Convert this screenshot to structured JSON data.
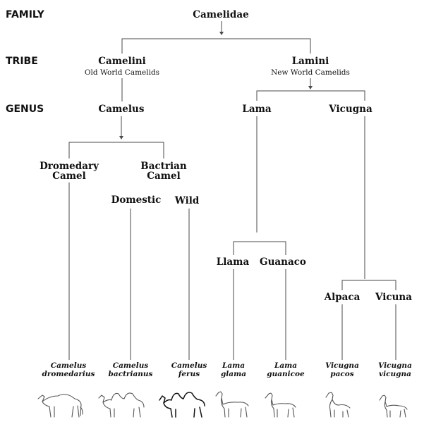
{
  "ranks": {
    "family": "FAMILY",
    "tribe": "TRIBE",
    "genus": "GENUS"
  },
  "family": {
    "name": "Camelidae"
  },
  "tribes": {
    "camelini": {
      "name": "Camelini",
      "note": "Old World Camelids"
    },
    "lamini": {
      "name": "Lamini",
      "note": "New World Camelids"
    }
  },
  "genera": {
    "camelus": "Camelus",
    "lama": "Lama",
    "vicugna": "Vicugna"
  },
  "groups": {
    "dromedary": [
      "Dromedary",
      "Camel"
    ],
    "bactrian": [
      "Bactrian",
      "Camel"
    ],
    "domestic": "Domestic",
    "wild": "Wild",
    "llama": "Llama",
    "guanaco": "Guanaco",
    "alpaca": "Alpaca",
    "vicuna": "Vicuna"
  },
  "species": {
    "dromedarius": [
      "Camelus",
      "dromedarius"
    ],
    "bactrianus": [
      "Camelus",
      "bactrianus"
    ],
    "ferus": [
      "Camelus",
      "ferus"
    ],
    "glama": [
      "Lama",
      "glama"
    ],
    "guanicoe": [
      "Lama",
      "guanicoe"
    ],
    "pacos": [
      "Vicugna",
      "pacos"
    ],
    "vicugna": [
      "Vicugna",
      "vicugna"
    ]
  },
  "illustrations": [
    "dromedary-camel-illustration",
    "bactrian-camel-illustration",
    "wild-bactrian-camel-illustration",
    "llama-illustration",
    "guanaco-illustration",
    "alpaca-illustration",
    "vicuna-illustration"
  ]
}
